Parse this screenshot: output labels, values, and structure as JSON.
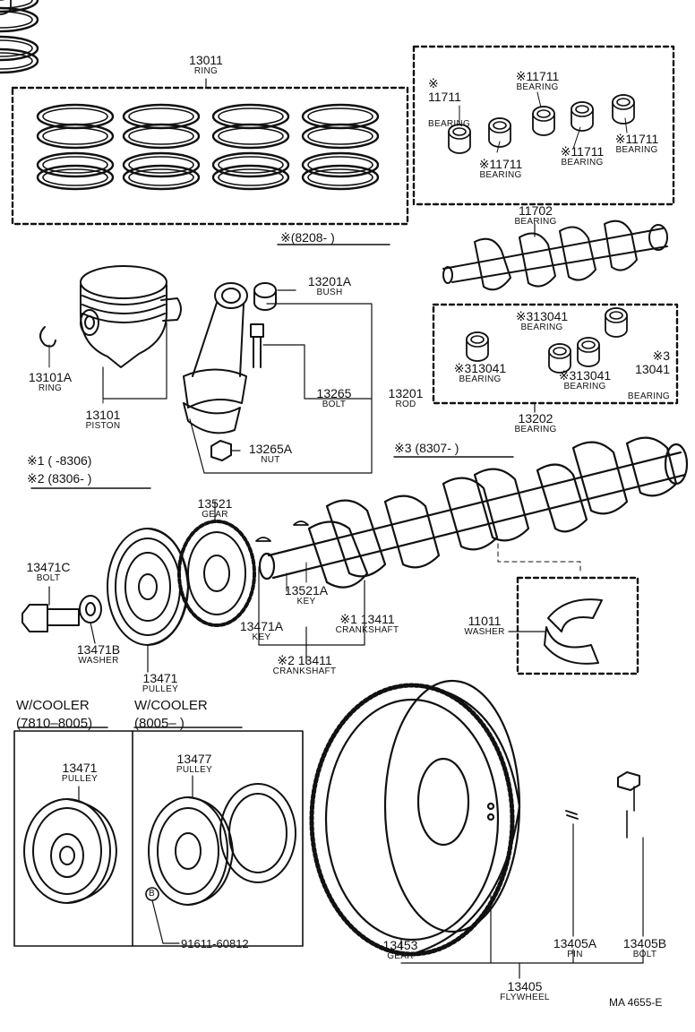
{
  "labels": {
    "ring_13011": {
      "number": "13011",
      "desc": "RING"
    },
    "bearing_11711_a": {
      "number": "※\n11711",
      "desc": "BEARING"
    },
    "bearing_11711_b": {
      "number": "※11711",
      "desc": "BEARING"
    },
    "bearing_11711_c": {
      "number": "※11711",
      "desc": "BEARING"
    },
    "bearing_11711_d": {
      "number": "※11711",
      "desc": "BEARING"
    },
    "bearing_11711_e": {
      "number": "※11711",
      "desc": "BEARING"
    },
    "bearing_11702": {
      "number": "11702",
      "desc": "BEARING"
    },
    "note_8208": "※(8208-      )",
    "bush_13201a": {
      "number": "13201A",
      "desc": "BUSH"
    },
    "ring_13101a": {
      "number": "13101A",
      "desc": "RING"
    },
    "piston_13101": {
      "number": "13101",
      "desc": "PISTON"
    },
    "bolt_13265": {
      "number": "13265",
      "desc": "BOLT"
    },
    "rod_13201": {
      "number": "13201",
      "desc": "ROD"
    },
    "nut_13265a": {
      "number": "13265A",
      "desc": "NUT"
    },
    "bearing_13041_a": {
      "number": "※313041",
      "desc": "BEARING"
    },
    "bearing_13041_b": {
      "number": "※3\n13041",
      "desc": "BEARING"
    },
    "bearing_13041_c": {
      "number": "※313041",
      "desc": "BEARING"
    },
    "bearing_13041_d": {
      "number": "※313041",
      "desc": "BEARING"
    },
    "bearing_13202": {
      "number": "13202",
      "desc": "BEARING"
    },
    "note_1": "※1 (      -8306)",
    "note_2": "※2 (8306-        )",
    "note_3": "※3 (8307-        )",
    "gear_13521": {
      "number": "13521",
      "desc": "GEAR"
    },
    "bolt_13471c": {
      "number": "13471C",
      "desc": "BOLT"
    },
    "key_13521a": {
      "number": "13521A",
      "desc": "KEY"
    },
    "crank_13411_1": {
      "number": "※1 13411",
      "desc": "CRANKSHAFT"
    },
    "key_13471a": {
      "number": "13471A",
      "desc": "KEY"
    },
    "washer_13471b": {
      "number": "13471B",
      "desc": "WASHER"
    },
    "crank_13411_2": {
      "number": "※2 13411",
      "desc": "CRANKSHAFT"
    },
    "pulley_13471": {
      "number": "13471",
      "desc": "PULLEY"
    },
    "washer_11011": {
      "number": "11011",
      "desc": "WASHER"
    },
    "wcooler_1": {
      "line1": "W/COOLER",
      "line2": "(7810–8005)"
    },
    "wcooler_2": {
      "line1": "W/COOLER",
      "line2": "(8005–      )"
    },
    "pulley_13471_b": {
      "number": "13471",
      "desc": "PULLEY"
    },
    "pulley_13477": {
      "number": "13477",
      "desc": "PULLEY"
    },
    "b_marker": "B",
    "bolt_91611": "91611-60812",
    "gear_13453": {
      "number": "13453",
      "desc": "GEAR"
    },
    "pin_13405a": {
      "number": "13405A",
      "desc": "PIN"
    },
    "bolt_13405b": {
      "number": "13405B",
      "desc": "BOLT"
    },
    "flywheel_13405": {
      "number": "13405",
      "desc": "FLYWHEEL"
    },
    "ref_code": "MA  4655-E"
  }
}
